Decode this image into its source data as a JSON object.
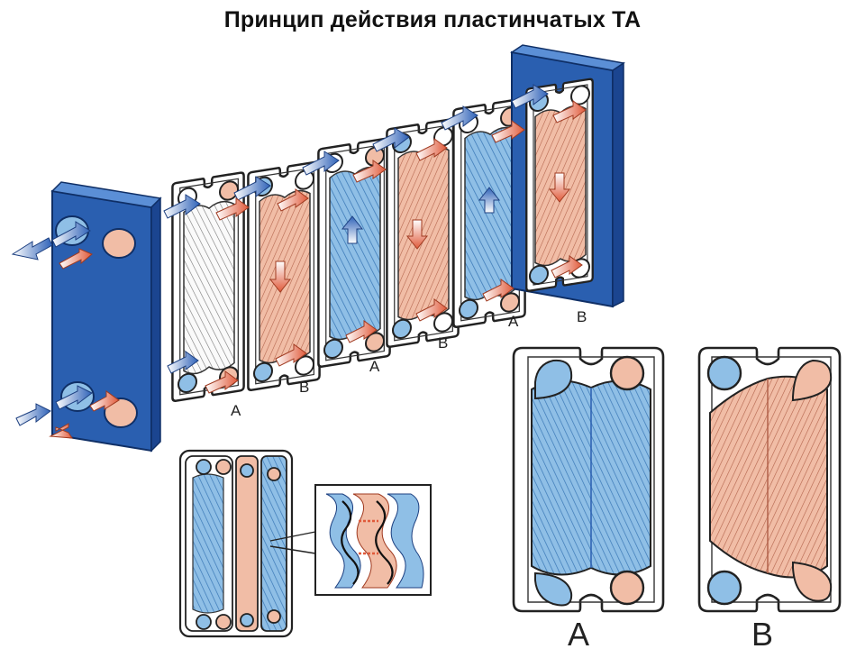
{
  "title": "Принцип действия пластинчатых ТА",
  "labels": {
    "plate_a": "A",
    "plate_b": "B"
  },
  "colors": {
    "frame_blue": "#2a5fb0",
    "cold_fill": "#8fbfe6",
    "hot_fill": "#f0b9a0",
    "cold_arrow": "#2f62b8",
    "hot_arrow": "#e05a3a"
  }
}
